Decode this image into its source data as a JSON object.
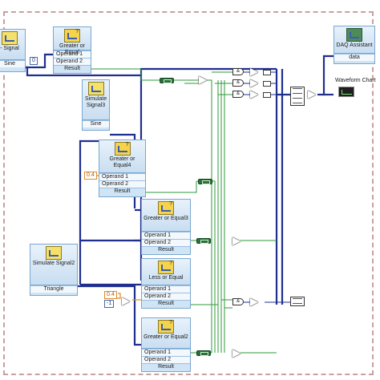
{
  "nodes": {
    "signal_left": {
      "title": "- Signal",
      "out": "Sine"
    },
    "ge_top": {
      "title": "Greater or Equal",
      "op1": "Operand 1",
      "op2": "Operand 2",
      "res": "Result"
    },
    "sim3": {
      "title": "Simulate Signal3",
      "out": "Sine"
    },
    "ge4": {
      "title": "Greater or Equal4",
      "op1": "Operand 1",
      "op2": "Operand 2",
      "res": "Result"
    },
    "ge3": {
      "title": "Greater or Equal3",
      "op1": "Operand 1",
      "op2": "Operand 2",
      "res": "Result"
    },
    "sim2": {
      "title": "Simulate Signal2",
      "out": "Triangle"
    },
    "le": {
      "title": "Less or Equal",
      "op1": "Operand 1",
      "op2": "Operand 2",
      "res": "Result"
    },
    "ge2": {
      "title": "Greater or Equal2",
      "op1": "Operand 1",
      "op2": "Operand 2",
      "res": "Result"
    },
    "daq": {
      "title": "DAQ Assistant",
      "port": "data"
    }
  },
  "constants": {
    "c0": "0",
    "c04a": "0.4",
    "c04b": "0.4",
    "cminus1": "-1"
  },
  "labels": {
    "waveform_chart": "Waveform Chart"
  },
  "colors": {
    "background": "#ffffff",
    "frame_border": "#c8a0a0",
    "node_fill": "#cfe4f5",
    "node_border": "#7aa7cf",
    "wire_dynamic": "#1f2f8f",
    "wire_boolean": "#2e9a3a",
    "wire_numeric": "#e08a2a"
  },
  "icons": [
    "express-vi-icon",
    "simulate-signal-icon",
    "daq-assistant-icon",
    "waveform-chart-icon",
    "and-gate-icon",
    "compare-icon",
    "convert-icon",
    "build-array-icon"
  ]
}
